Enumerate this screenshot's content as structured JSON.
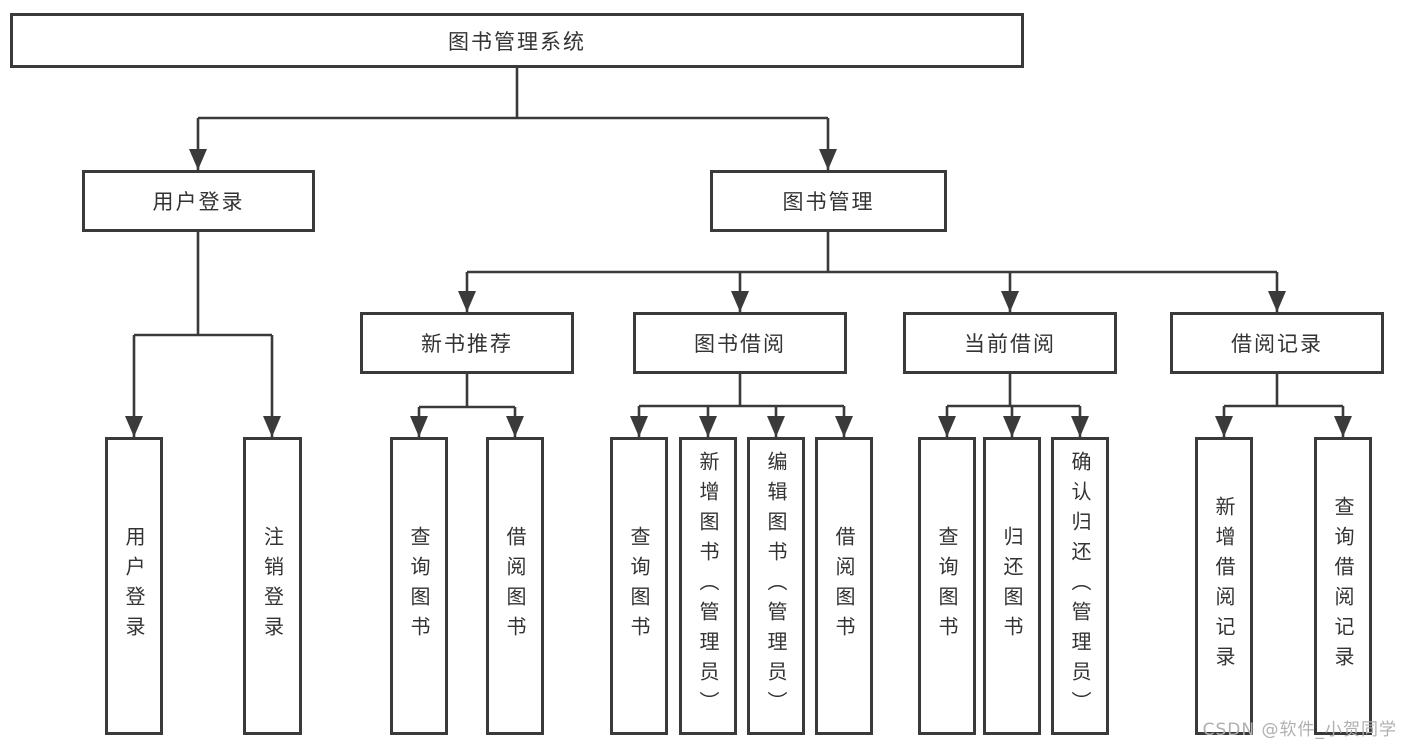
{
  "colors": {
    "line": "#3a3a3a",
    "text": "#333333",
    "watermark": "#b0b0b0",
    "background": "#ffffff",
    "box_background": "#ffffff"
  },
  "watermark": "CSDN @软件_小贺同学",
  "tree": {
    "root": {
      "label": "图书管理系统"
    },
    "branches": [
      {
        "label": "用户登录",
        "children": [
          {
            "label": "用户登录"
          },
          {
            "label": "注销登录"
          }
        ]
      },
      {
        "label": "图书管理",
        "children": [
          {
            "label": "新书推荐",
            "children": [
              {
                "label": "查询图书"
              },
              {
                "label": "借阅图书"
              }
            ]
          },
          {
            "label": "图书借阅",
            "children": [
              {
                "label": "查询图书"
              },
              {
                "label": "新增图书（管理员）"
              },
              {
                "label": "编辑图书（管理员）"
              },
              {
                "label": "借阅图书"
              }
            ]
          },
          {
            "label": "当前借阅",
            "children": [
              {
                "label": "查询图书"
              },
              {
                "label": "归还图书"
              },
              {
                "label": "确认归还（管理员）"
              }
            ]
          },
          {
            "label": "借阅记录",
            "children": [
              {
                "label": "新增借阅记录"
              },
              {
                "label": "查询借阅记录"
              }
            ]
          }
        ]
      }
    ]
  }
}
